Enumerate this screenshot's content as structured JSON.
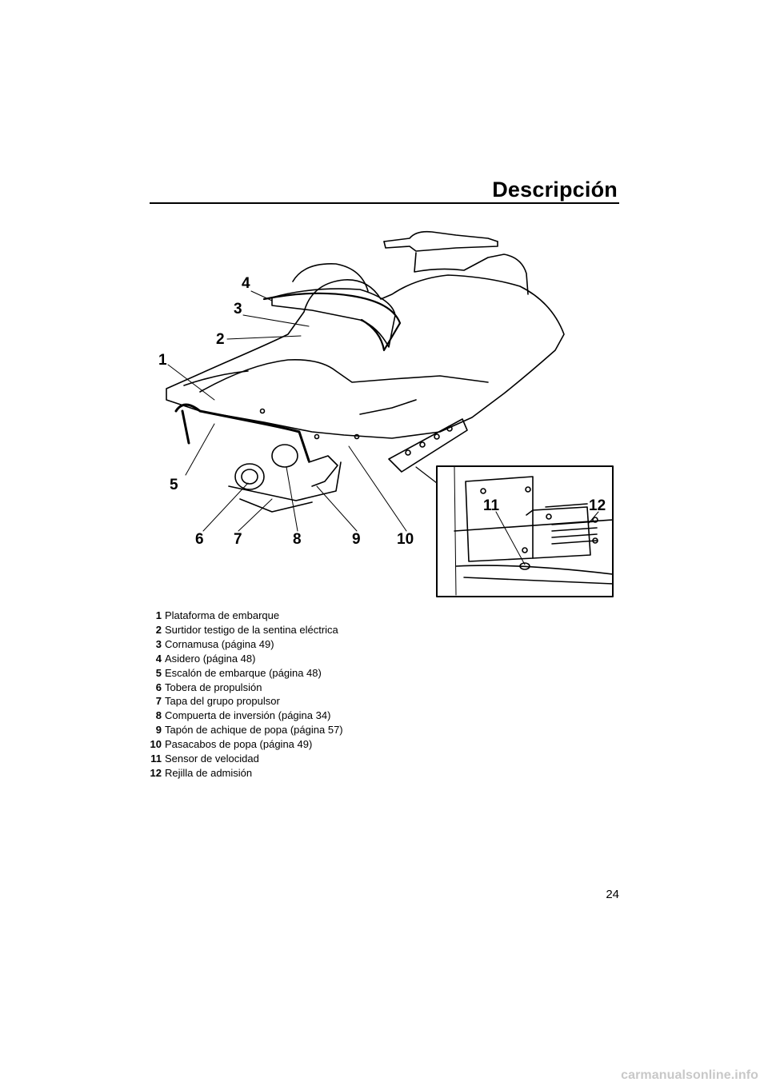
{
  "header": {
    "title": "Descripción"
  },
  "figure": {
    "callouts": [
      "1",
      "2",
      "3",
      "4",
      "5",
      "6",
      "7",
      "8",
      "9",
      "10",
      "11",
      "12"
    ]
  },
  "legend": [
    {
      "num": "1",
      "text": "Plataforma de embarque"
    },
    {
      "num": "2",
      "text": "Surtidor testigo de la sentina eléctrica"
    },
    {
      "num": "3",
      "text": "Cornamusa (página 49)"
    },
    {
      "num": "4",
      "text": "Asidero (página 48)"
    },
    {
      "num": "5",
      "text": "Escalón de embarque (página 48)"
    },
    {
      "num": "6",
      "text": "Tobera de propulsión"
    },
    {
      "num": "7",
      "text": "Tapa del grupo propulsor"
    },
    {
      "num": "8",
      "text": "Compuerta de inversión (página 34)"
    },
    {
      "num": "9",
      "text": "Tapón de achique de popa (página 57)"
    },
    {
      "num": "10",
      "text": "Pasacabos de popa (página 49)"
    },
    {
      "num": "11",
      "text": "Sensor de velocidad"
    },
    {
      "num": "12",
      "text": "Rejilla de admisión"
    }
  ],
  "page_number": "24",
  "watermark": "carmanualsonline.info"
}
